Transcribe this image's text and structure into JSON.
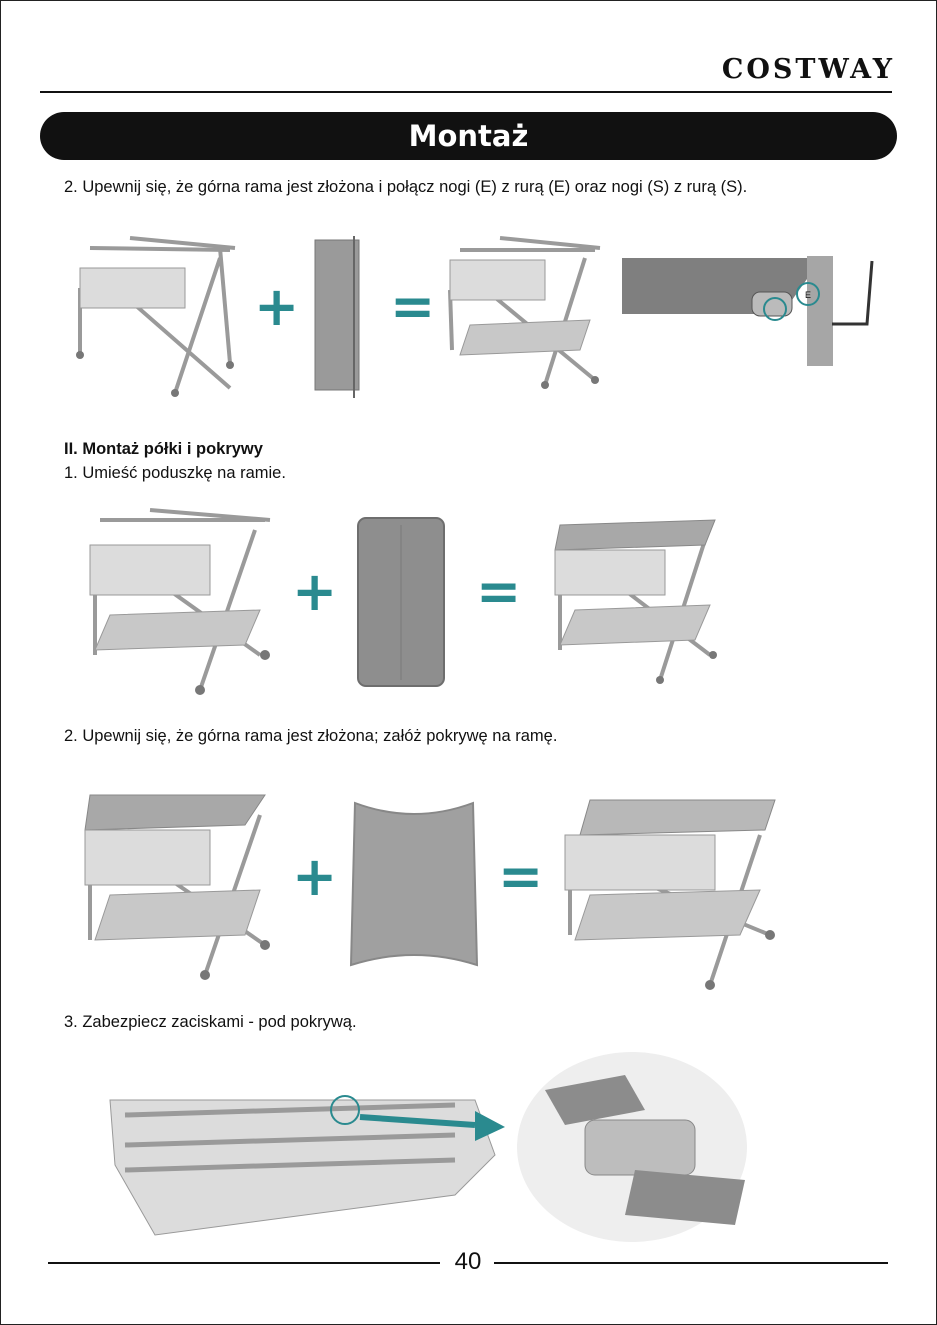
{
  "brand": "COSTWAY",
  "title": "Montaż",
  "step_e_s": "2. Upewnij się, że górna rama jest złożona i połącz nogi (E) z rurą (E) oraz nogi (S) z rurą (S).",
  "section_heading": "II. Montaż półki i pokrywy",
  "step_1": "1. Umieść poduszkę na ramie.",
  "step_2": "2. Upewnij się, że górna rama jest złożona; załóż pokrywę na ramę.",
  "step_3": "3. Zabezpiecz zaciskami - pod pokrywą.",
  "operators": {
    "plus": "+",
    "equals": "="
  },
  "callout_letter_e": "E",
  "page_number": "40",
  "colors": {
    "accent": "#2a8a8f",
    "frame": "#9a9a9a",
    "fabric": "#c8c8c8"
  }
}
